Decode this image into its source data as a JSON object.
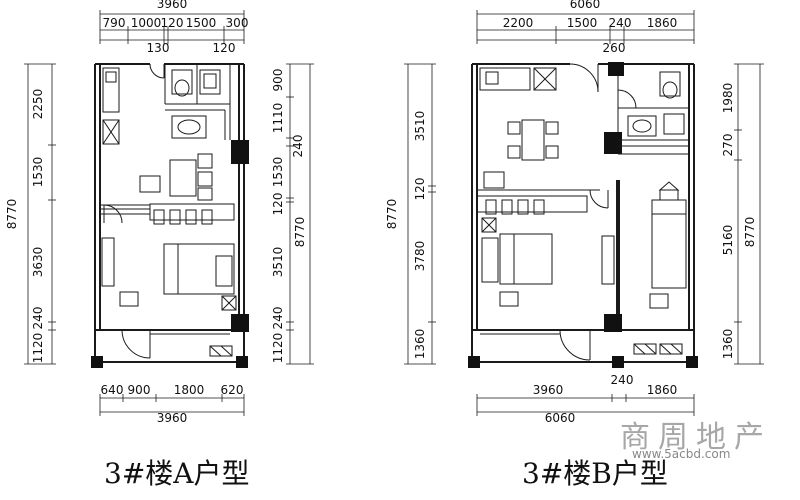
{
  "plans": {
    "a": {
      "title": "3#楼A户型",
      "dims": {
        "top_total": "3960",
        "top_row": [
          "790",
          "1000",
          "120",
          "1500",
          "300"
        ],
        "top_sub": [
          "130",
          "120"
        ],
        "bottom_row": [
          "640",
          "900",
          "1800",
          "620"
        ],
        "bottom_total": "3960",
        "left_total": "8770",
        "left_col": [
          "2250",
          "1530",
          "3630",
          "240",
          "1120"
        ],
        "right_total": "8770",
        "right_col": [
          "900",
          "1110",
          "240",
          "1530",
          "120",
          "3510",
          "240",
          "1120"
        ]
      }
    },
    "b": {
      "title": "3#楼B户型",
      "dims": {
        "top_total": "6060",
        "top_row": [
          "2200",
          "1500",
          "240",
          "1860"
        ],
        "top_sub": [
          "260"
        ],
        "bottom_mid": [
          "3960",
          "240",
          "1860"
        ],
        "bottom_total": "6060",
        "left_total": "8770",
        "left_col": [
          "3510",
          "120",
          "3780",
          "1360"
        ],
        "right_total": "8770",
        "right_col": [
          "1980",
          "270",
          "5160",
          "1360"
        ]
      }
    }
  },
  "watermark": {
    "chinese": "商周地产",
    "url": "www.5acbd.com"
  },
  "colors": {
    "wall": "#111111",
    "line": "#1a1a1a",
    "watermark": "#8a8a8a"
  }
}
